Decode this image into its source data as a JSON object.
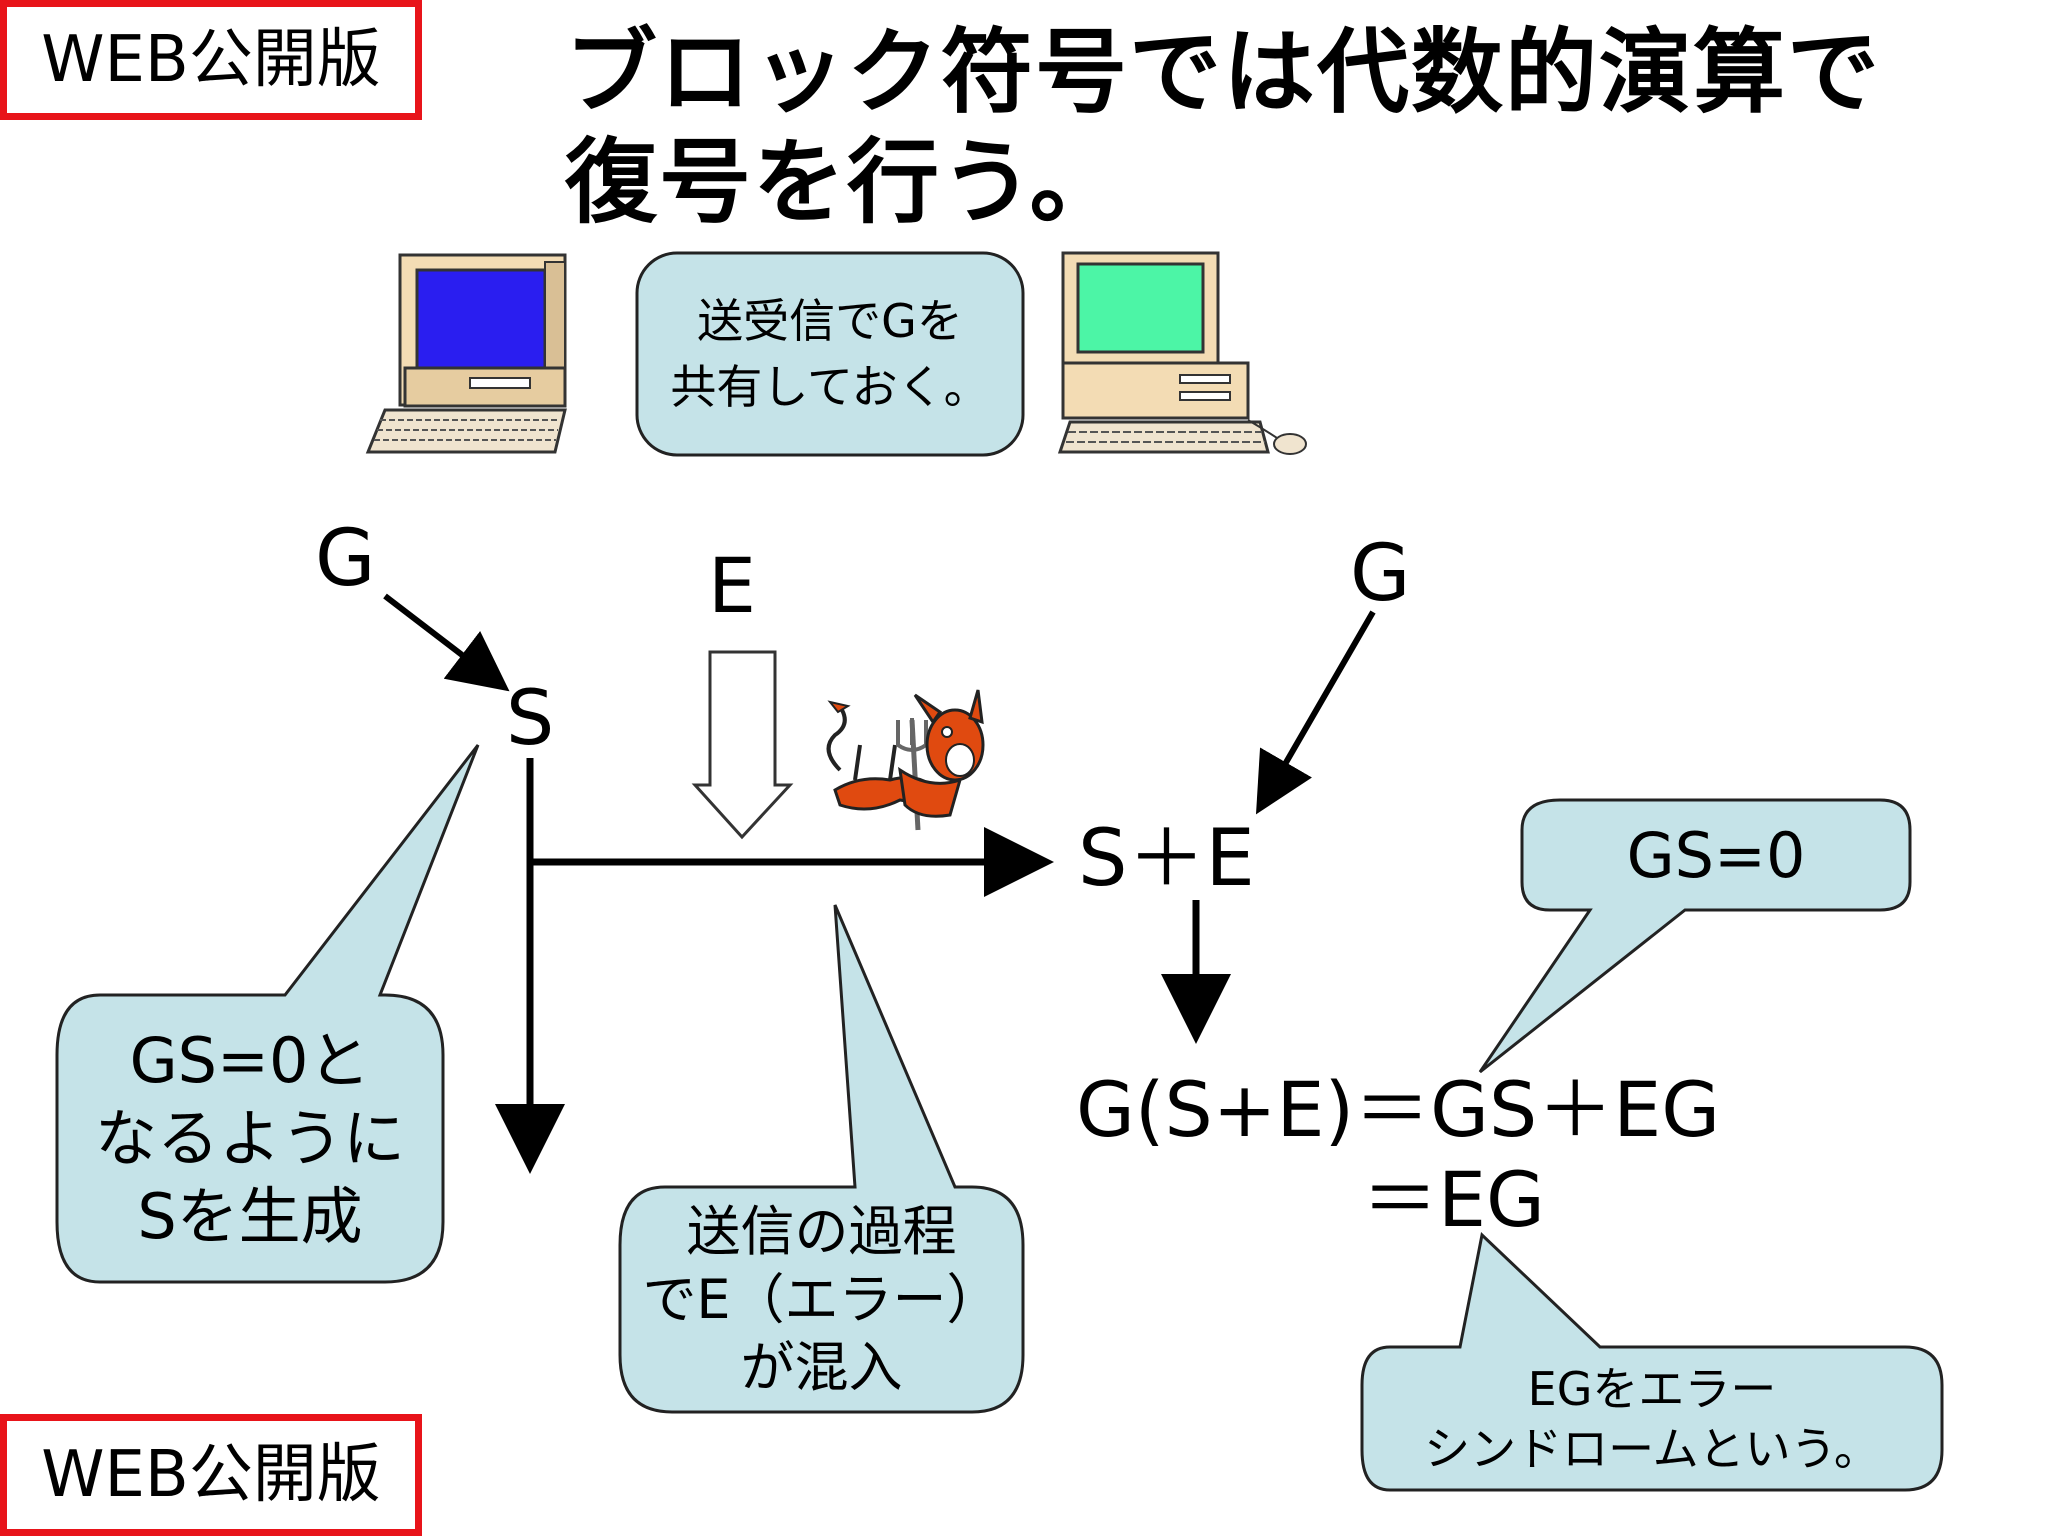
{
  "badges": {
    "top": "WEB公開版",
    "bottom": "WEB公開版"
  },
  "title": {
    "line1": "ブロック符号では代数的演算で",
    "line2": "復号を行う。"
  },
  "callouts": {
    "share": [
      "送受信でGを",
      "共有しておく。"
    ],
    "generate": [
      "GS=0と",
      "なるように",
      "Sを生成"
    ],
    "noise": [
      "送信の過程",
      "でE（エラー）",
      "が混入"
    ],
    "gs0": [
      "GS=0"
    ],
    "syndrome": [
      "EGをエラー",
      "シンドロームという。"
    ]
  },
  "labels": {
    "g_left": "G",
    "e": "E",
    "g_right": "G",
    "s": "S",
    "s_plus_e": "S＋E",
    "equation1": "G(S+E)＝GS＋EG",
    "equation2": "＝EG"
  },
  "colors": {
    "callout_fill": "#c5e3e8",
    "badge_border": "#e8141a",
    "sender_screen": "#2a1ef0",
    "receiver_screen": "#4cf5a6",
    "computer_beige": "#f3dcb4"
  },
  "icons": [
    "sender-computer-icon",
    "receiver-computer-icon",
    "devil-icon"
  ]
}
